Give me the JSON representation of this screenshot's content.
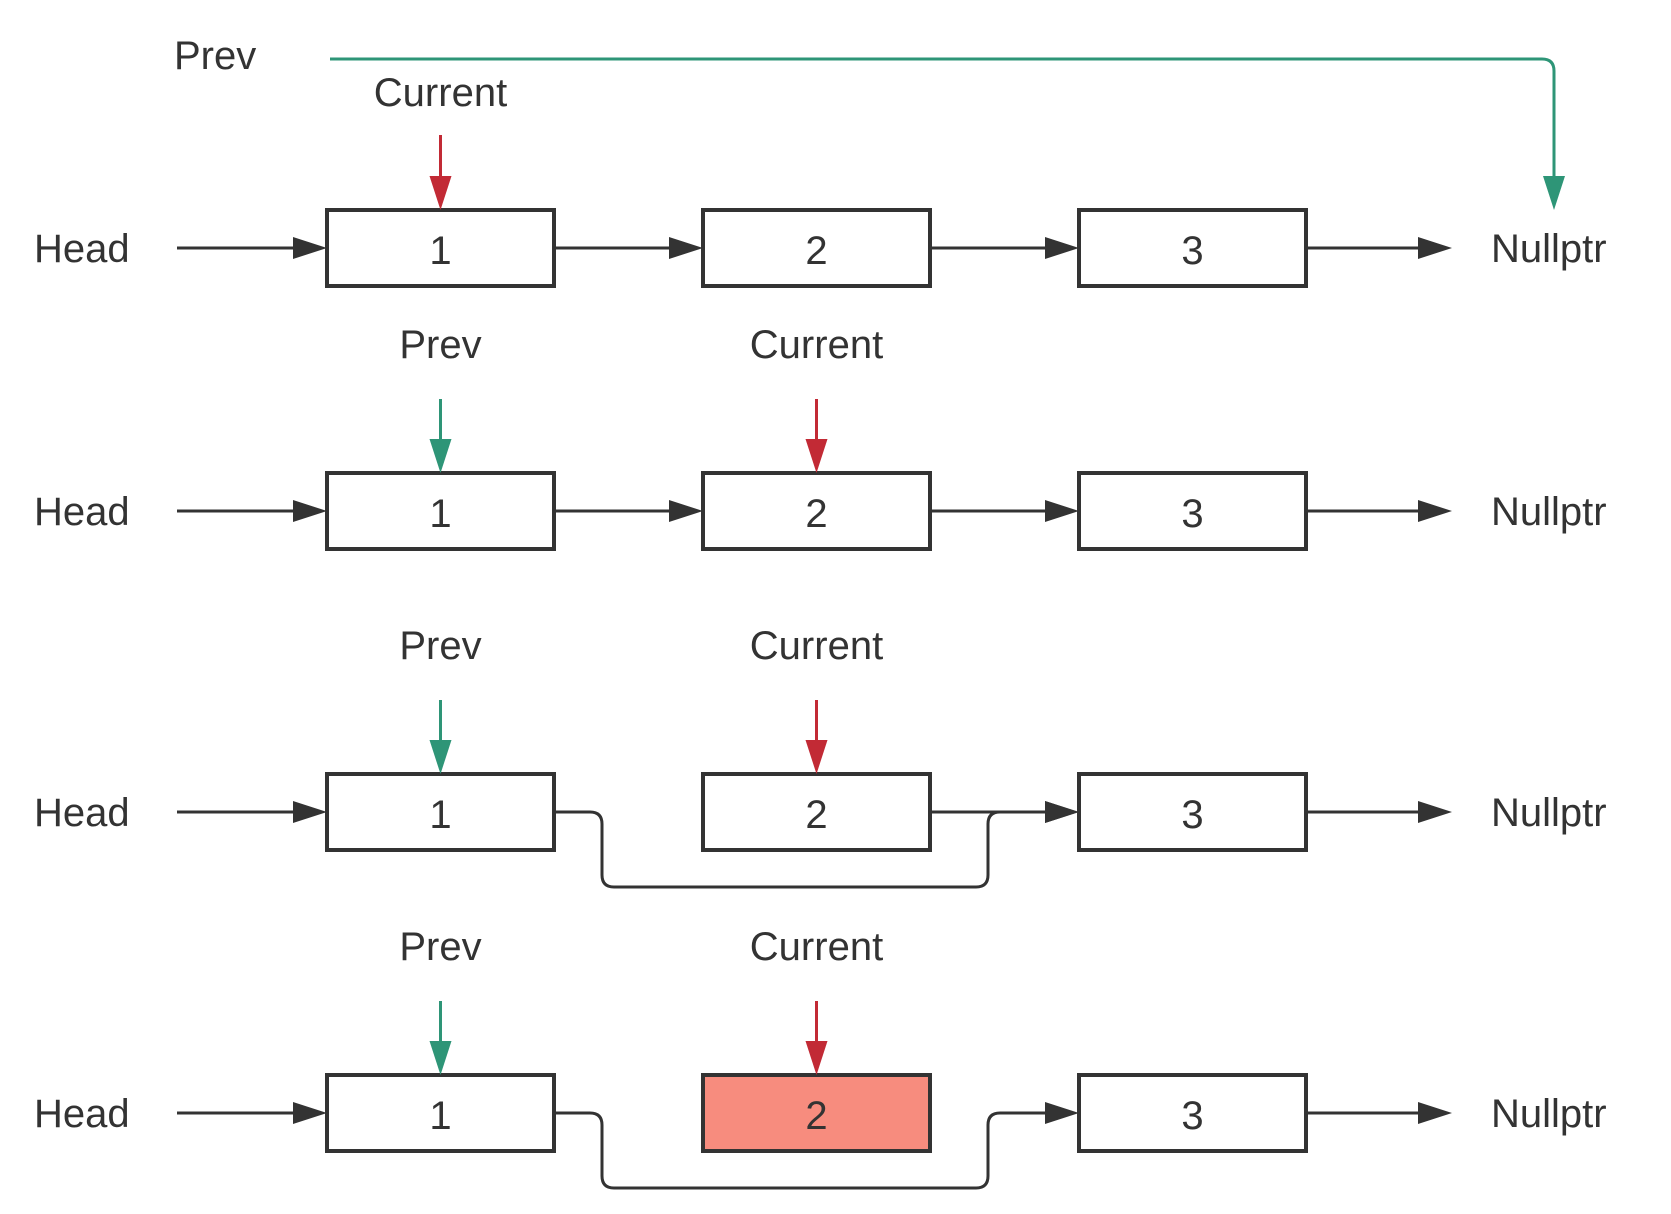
{
  "colors": {
    "line": "#333333",
    "prev_pointer": "#2e9577",
    "current_pointer": "#c22a35",
    "node_fill": "#ffffff",
    "deleted_node_fill": "#f78c7e"
  },
  "rows": [
    {
      "head_label": "Head",
      "null_label": "Nullptr",
      "prev_label": "Prev",
      "current_label": "Current",
      "prev_target": "Nullptr",
      "current_target": "1",
      "nodes": [
        {
          "value": "1",
          "state": "normal"
        },
        {
          "value": "2",
          "state": "normal"
        },
        {
          "value": "3",
          "state": "normal"
        }
      ],
      "links": [
        [
          "Head",
          "1"
        ],
        [
          "1",
          "2"
        ],
        [
          "2",
          "3"
        ],
        [
          "3",
          "Nullptr"
        ]
      ]
    },
    {
      "head_label": "Head",
      "null_label": "Nullptr",
      "prev_label": "Prev",
      "current_label": "Current",
      "prev_target": "1",
      "current_target": "2",
      "nodes": [
        {
          "value": "1",
          "state": "normal"
        },
        {
          "value": "2",
          "state": "normal"
        },
        {
          "value": "3",
          "state": "normal"
        }
      ],
      "links": [
        [
          "Head",
          "1"
        ],
        [
          "1",
          "2"
        ],
        [
          "2",
          "3"
        ],
        [
          "3",
          "Nullptr"
        ]
      ]
    },
    {
      "head_label": "Head",
      "null_label": "Nullptr",
      "prev_label": "Prev",
      "current_label": "Current",
      "prev_target": "1",
      "current_target": "2",
      "nodes": [
        {
          "value": "1",
          "state": "normal"
        },
        {
          "value": "2",
          "state": "normal"
        },
        {
          "value": "3",
          "state": "normal"
        }
      ],
      "links": [
        [
          "Head",
          "1"
        ],
        [
          "1",
          "3"
        ],
        [
          "2",
          "3"
        ],
        [
          "3",
          "Nullptr"
        ]
      ]
    },
    {
      "head_label": "Head",
      "null_label": "Nullptr",
      "prev_label": "Prev",
      "current_label": "Current",
      "prev_target": "1",
      "current_target": "2",
      "nodes": [
        {
          "value": "1",
          "state": "normal"
        },
        {
          "value": "2",
          "state": "deleted"
        },
        {
          "value": "3",
          "state": "normal"
        }
      ],
      "links": [
        [
          "Head",
          "1"
        ],
        [
          "1",
          "3"
        ],
        [
          "3",
          "Nullptr"
        ]
      ]
    }
  ]
}
